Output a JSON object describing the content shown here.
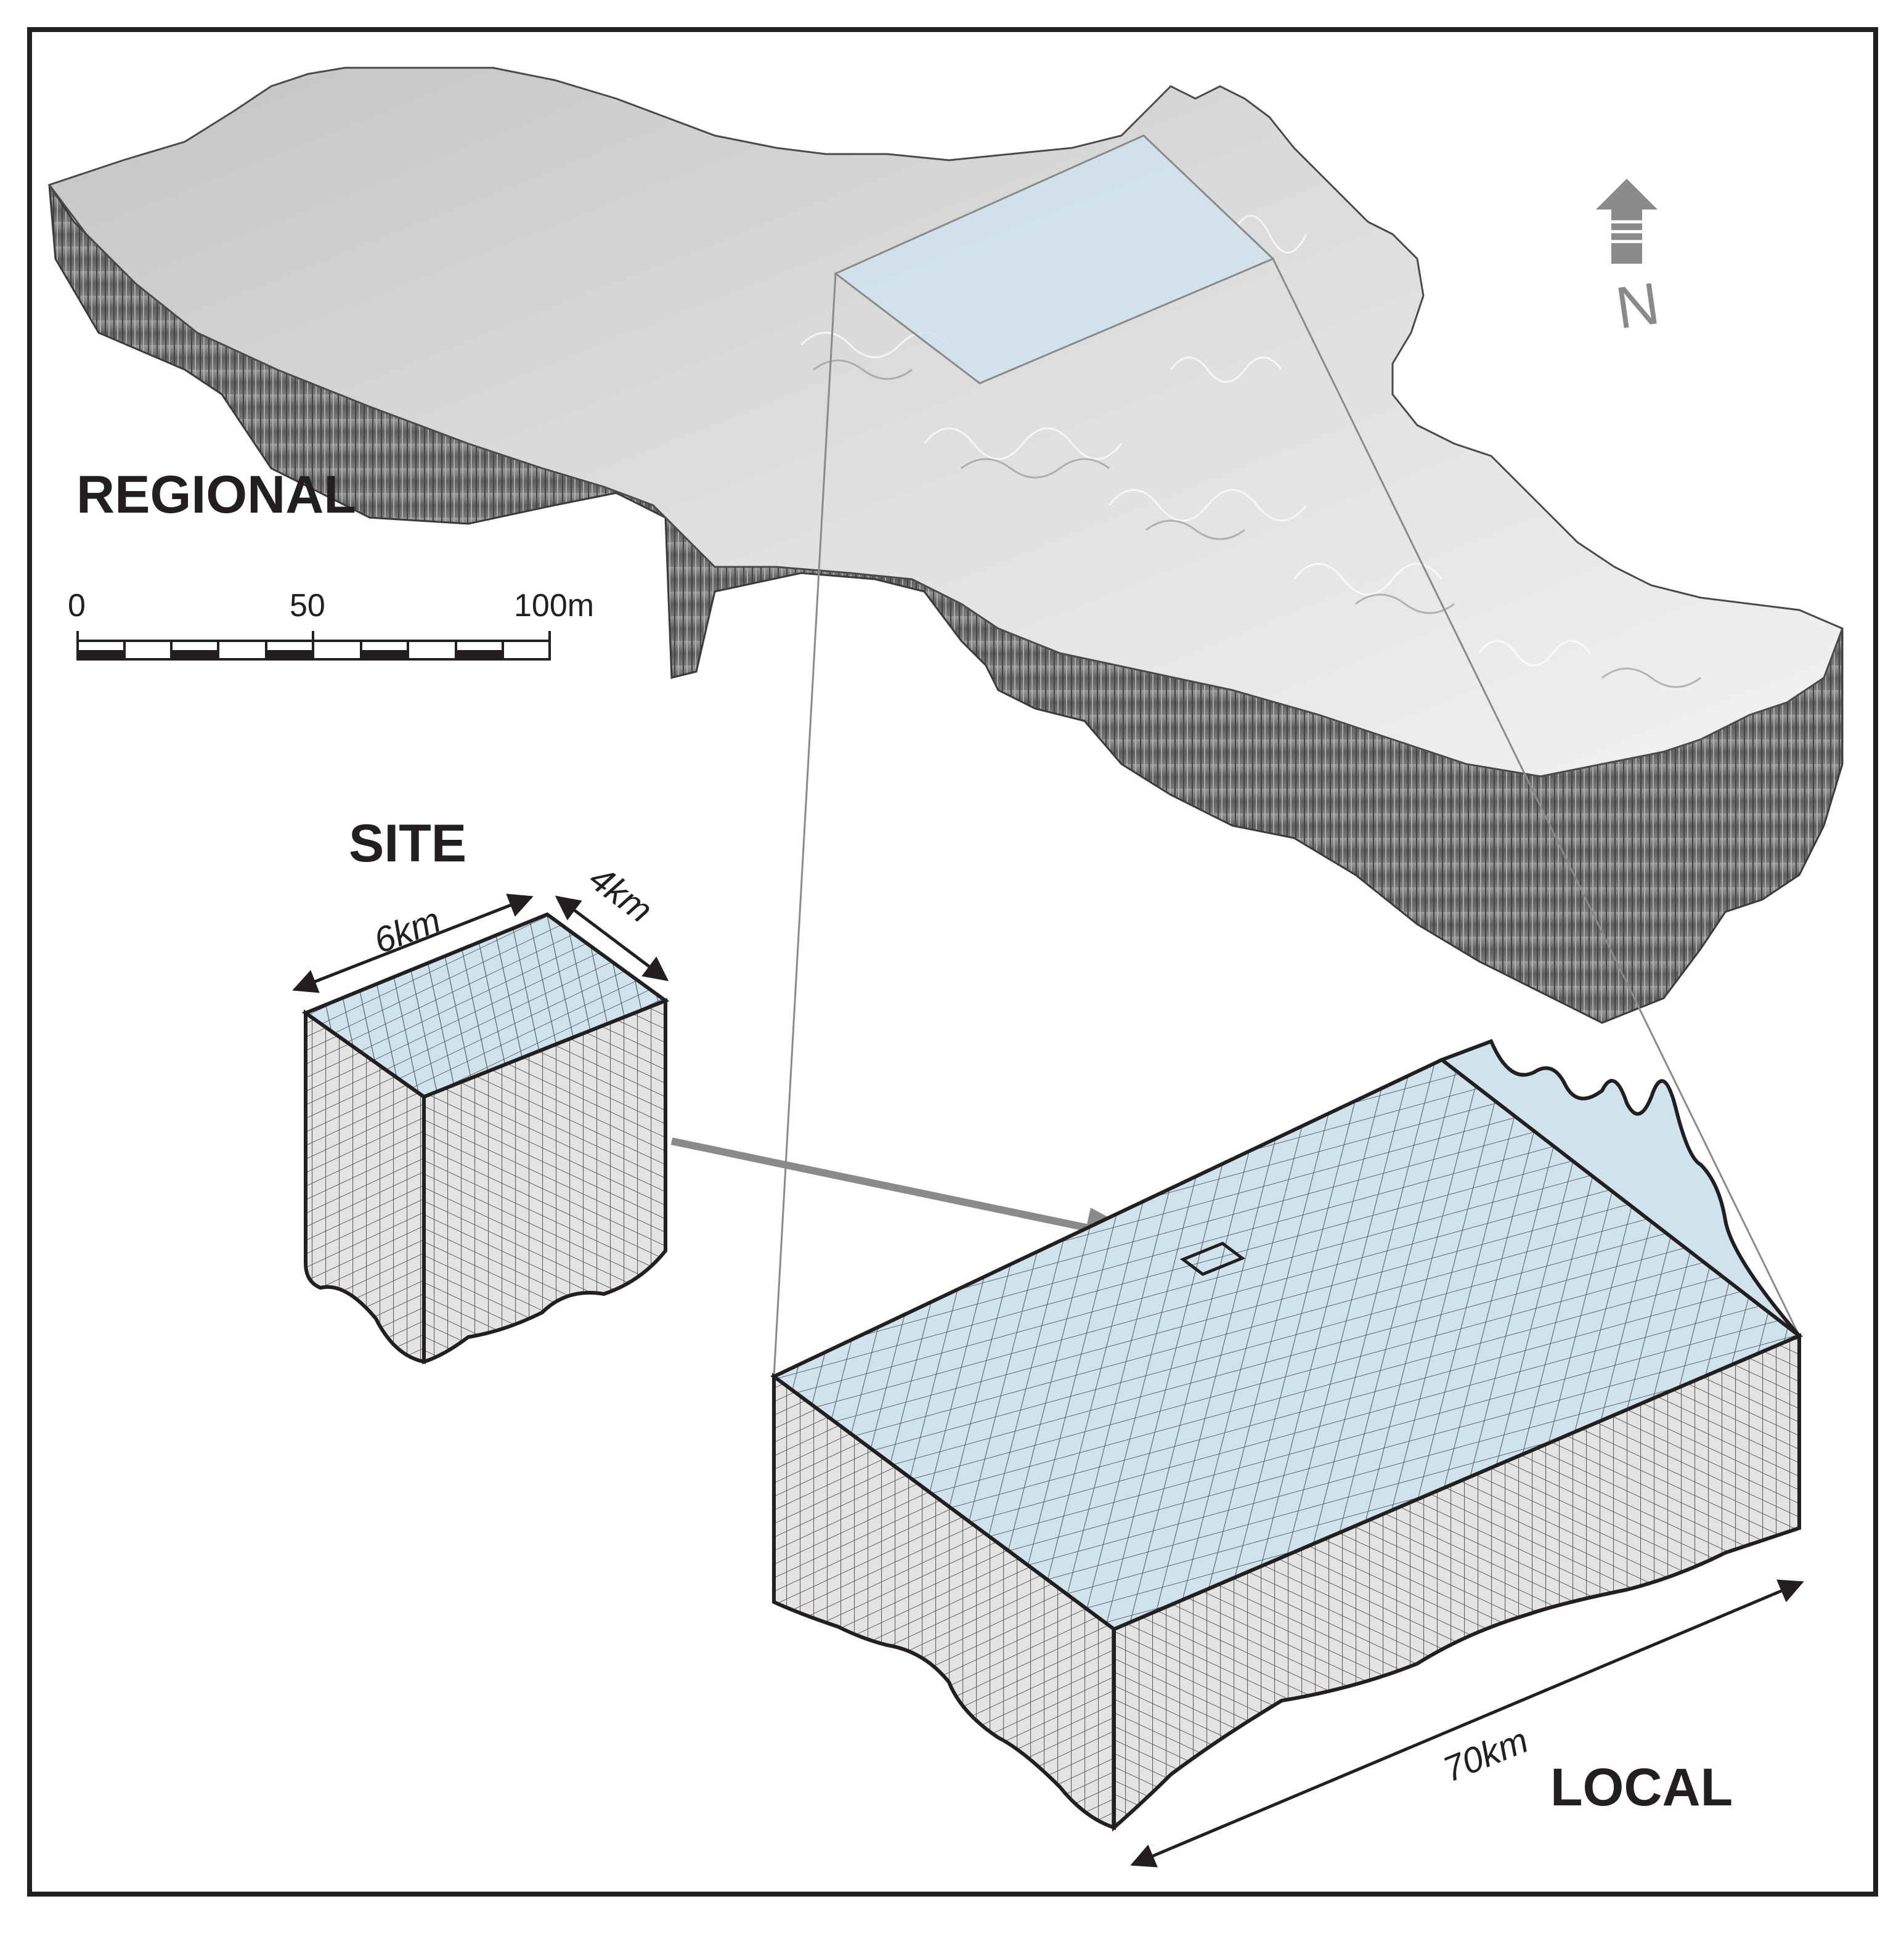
{
  "labels": {
    "regional": "REGIONAL",
    "site": "SITE",
    "local": "LOCAL",
    "north": "N"
  },
  "scale_bar": {
    "ticks": [
      "0",
      "50",
      "100m"
    ]
  },
  "dimensions": {
    "site_width": "6km",
    "site_depth": "4km",
    "local_length": "70km"
  },
  "colors": {
    "frame": "#231f20",
    "terrain_top": "#d9d9d9",
    "terrain_side": "#6f6f6f",
    "local_fill": "#cfe3ee",
    "grid_line": "#555555",
    "zoom_line": "#8a8a8a",
    "arrow": "#8a8a8a",
    "north_arrow": "#8a8a8a"
  },
  "icons": {
    "north_arrow": "north-arrow-icon",
    "site_to_local_arrow": "arrow-right-icon"
  }
}
